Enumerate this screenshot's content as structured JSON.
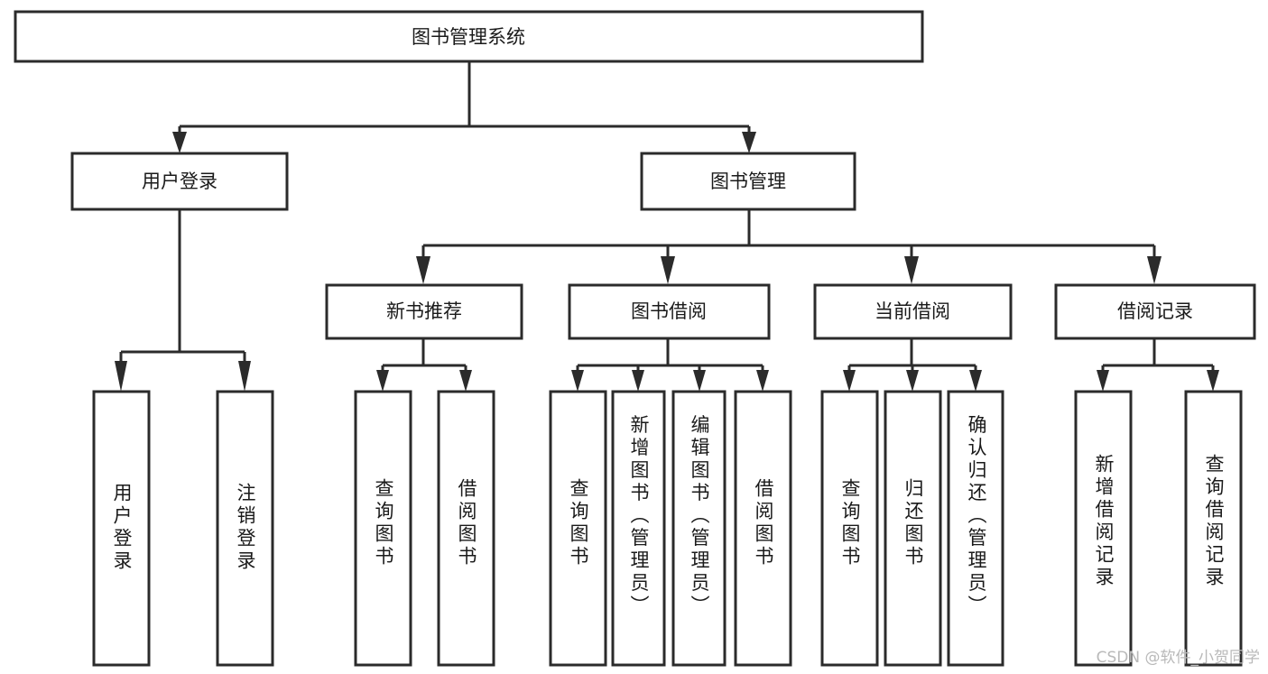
{
  "diagram": {
    "title": "图书管理系统",
    "type": "tree-hierarchy",
    "orientation": "top-down",
    "colors": {
      "stroke": "#2b2b2b",
      "fill": "#ffffff",
      "text": "#1a1a1a",
      "watermark": "#b9b9b9",
      "background": "#ffffff"
    },
    "nodes": {
      "root": {
        "label": "图书管理系统"
      },
      "level2": [
        {
          "id": "user-login",
          "label": "用户登录"
        },
        {
          "id": "book-management",
          "label": "图书管理"
        }
      ],
      "level3": [
        {
          "id": "new-book-recommend",
          "label": "新书推荐"
        },
        {
          "id": "book-borrow",
          "label": "图书借阅"
        },
        {
          "id": "current-borrow",
          "label": "当前借阅"
        },
        {
          "id": "borrow-record",
          "label": "借阅记录"
        }
      ],
      "level4": {
        "user-login": [
          {
            "id": "leaf-user-login",
            "label": "用户登录"
          },
          {
            "id": "leaf-logout",
            "label": "注销登录"
          }
        ],
        "new-book-recommend": [
          {
            "id": "leaf-query-book-1",
            "label": "查询图书"
          },
          {
            "id": "leaf-borrow-book-1",
            "label": "借阅图书"
          }
        ],
        "book-borrow": [
          {
            "id": "leaf-query-book-2",
            "label": "查询图书"
          },
          {
            "id": "leaf-add-book",
            "label": "新增图书（管理员）"
          },
          {
            "id": "leaf-edit-book",
            "label": "编辑图书（管理员）"
          },
          {
            "id": "leaf-borrow-book-2",
            "label": "借阅图书"
          }
        ],
        "current-borrow": [
          {
            "id": "leaf-query-book-3",
            "label": "查询图书"
          },
          {
            "id": "leaf-return-book",
            "label": "归还图书"
          },
          {
            "id": "leaf-confirm-return",
            "label": "确认归还（管理员）"
          }
        ],
        "borrow-record": [
          {
            "id": "leaf-add-record",
            "label": "新增借阅记录"
          },
          {
            "id": "leaf-query-record",
            "label": "查询借阅记录"
          }
        ]
      }
    }
  },
  "watermark": {
    "text": "CSDN @软件_小贺同学"
  }
}
